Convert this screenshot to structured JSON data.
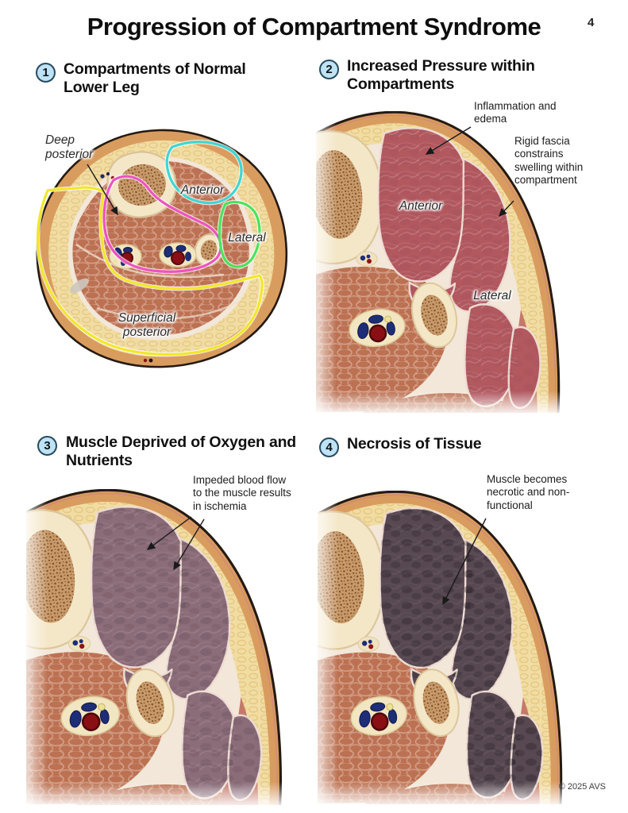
{
  "page": {
    "title": "Progression of Compartment Syndrome",
    "superscript": "4",
    "copyright": "© 2025 AVS"
  },
  "panels": [
    {
      "number": "1",
      "title": "Compartments of Normal Lower Leg",
      "labels": {
        "deep_posterior": "Deep posterior",
        "anterior": "Anterior",
        "lateral": "Lateral",
        "superficial_posterior": "Superficial posterior"
      }
    },
    {
      "number": "2",
      "title": "Increased Pressure within Compartments",
      "labels": {
        "anterior": "Anterior",
        "lateral": "Lateral"
      },
      "annotations": {
        "inflammation": "Inflammation and edema",
        "rigid_fascia": "Rigid fascia constrains swelling within compartment"
      }
    },
    {
      "number": "3",
      "title": "Muscle Deprived of Oxygen and Nutrients",
      "annotations": {
        "impeded_flow": "Impeded blood flow to the muscle results in ischemia"
      }
    },
    {
      "number": "4",
      "title": "Necrosis of Tissue",
      "annotations": {
        "necrotic": "Muscle becomes necrotic and non-functional"
      }
    }
  ],
  "colors": {
    "badge_fill": "#bfe2f5",
    "badge_border": "#274b5e",
    "outline_superficial_posterior": "#f2e72a",
    "outline_deep_posterior": "#ee52c0",
    "outline_anterior": "#3ed6d2",
    "outline_lateral": "#4ae35b",
    "muscle_normal": "#bb7152",
    "muscle_swollen": "#b2585f",
    "muscle_ischemic": "#8b6c79",
    "muscle_necrotic": "#574851",
    "fat": "#f1dda3",
    "skin": "#d99c5f",
    "bone": "#f4e7c8"
  }
}
